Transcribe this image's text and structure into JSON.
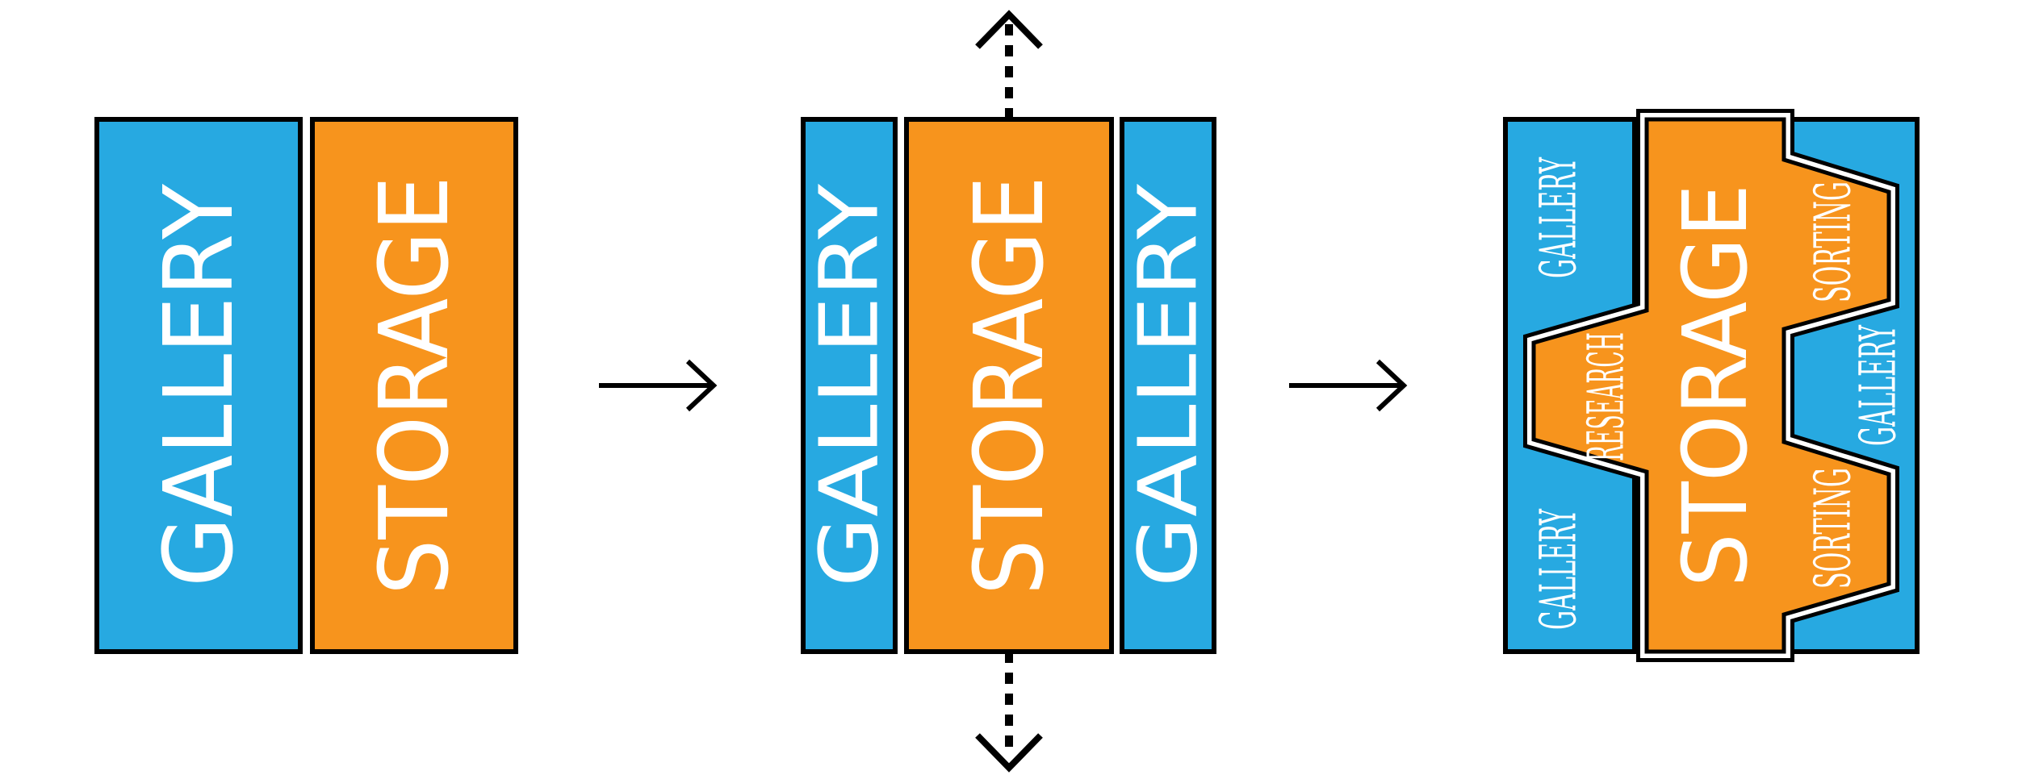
{
  "colors": {
    "gallery": "#27a9e1",
    "storage": "#f7941d",
    "stroke": "#000000",
    "text": "#ffffff"
  },
  "stage1": {
    "gallery_label": "GALLERY",
    "storage_label": "STORAGE"
  },
  "stage2": {
    "gallery_left_label": "GALLERY",
    "storage_label": "STORAGE",
    "gallery_right_label": "GALLERY"
  },
  "stage3": {
    "gallery_top_label": "GALLERY",
    "research_label": "RESEARCH",
    "gallery_bottom_label": "GALLERY",
    "storage_label": "STORAGE",
    "sorting_top_label": "SORTING",
    "gallery_right_label": "GALLERY",
    "sorting_bottom_label": "SORTING"
  },
  "arrows": [
    "right-arrow",
    "right-arrow",
    "expand-vertical-arrows"
  ]
}
